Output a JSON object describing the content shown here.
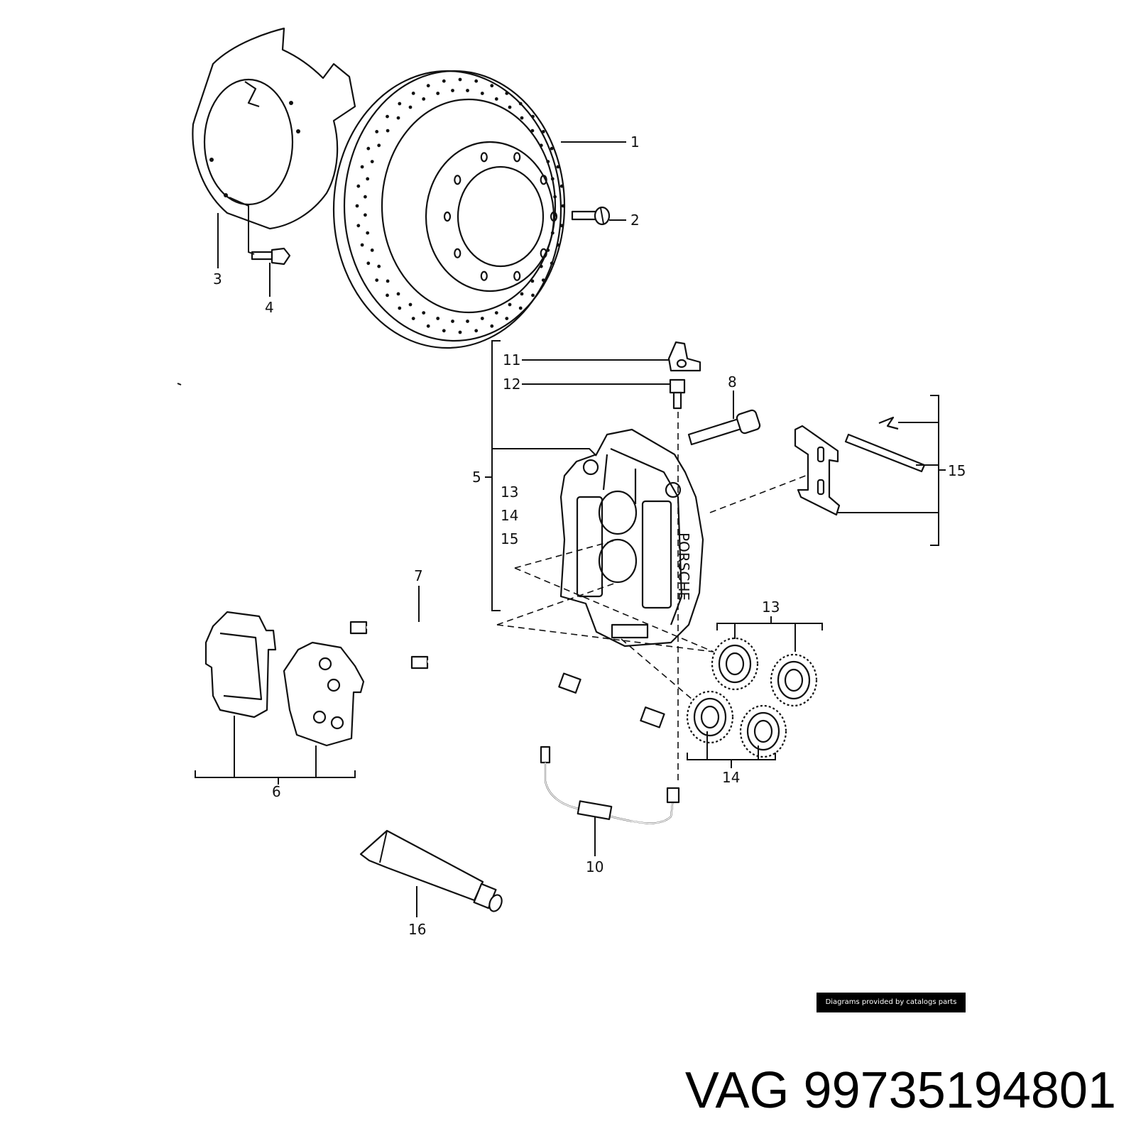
{
  "diagram": {
    "callouts": [
      "1",
      "2",
      "3",
      "4",
      "5",
      "6",
      "7",
      "8",
      "10",
      "11",
      "12",
      "13",
      "14",
      "15",
      "16"
    ],
    "group_labels": [
      "13",
      "14",
      "15"
    ],
    "caliper_text": "PORSCHE"
  },
  "credit": "Diagrams provided by catalogs parts",
  "part_reference": "VAG 99735194801"
}
